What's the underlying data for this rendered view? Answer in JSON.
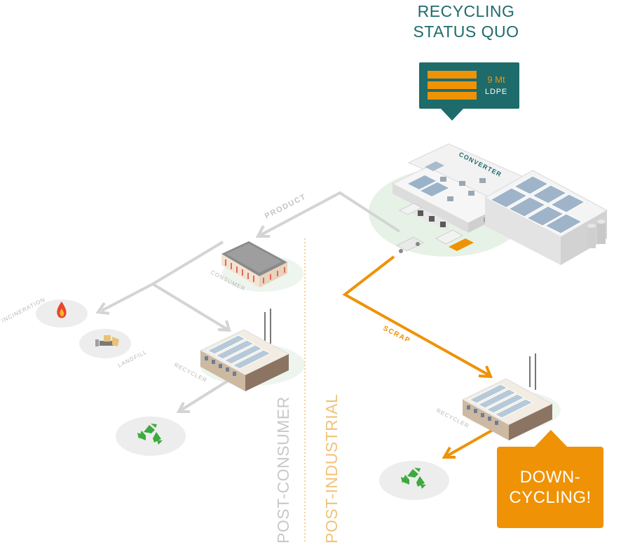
{
  "title": {
    "line1": "RECYCLING",
    "line2": "STATUS QUO"
  },
  "badge": {
    "amount": "9 Mt",
    "material": "LDPE"
  },
  "labels": {
    "converter": "CONVERTER",
    "product": "PRODUCT",
    "consumer": "CONSUMER",
    "incineration": "INCINERATION",
    "landfill": "LANDFILL",
    "recycler_post_consumer": "RECYCLER",
    "recycler_post_industrial": "RECYCLER",
    "scrap": "SCRAP",
    "post_consumer": "POST-CONSUMER",
    "post_industrial": "POST-INDUSTRIAL"
  },
  "callout": {
    "line1": "DOWN-",
    "line2": "CYCLING!"
  },
  "colors": {
    "teal": "#1e6b6b",
    "orange": "#ef9206",
    "grey_arrow": "#d4d4d4",
    "grey_text": "#bdbdbd",
    "pale_green": "#e7f2e7",
    "recycle_green": "#3daa3d"
  },
  "icons": [
    "factory-icon",
    "store-icon",
    "fire-icon",
    "bulldozer-icon",
    "recycle-icon",
    "truck-icon",
    "silo-icon"
  ]
}
